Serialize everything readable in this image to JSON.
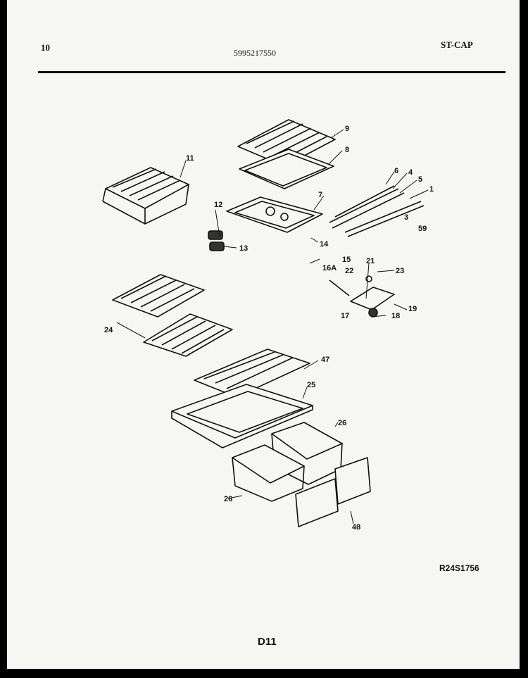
{
  "header": {
    "page_number": "10",
    "part_number": "5995217550",
    "model_code": "ST-CAP"
  },
  "footer": {
    "reference": "R24S1756",
    "section_code": "D11"
  },
  "callouts": [
    "9",
    "8",
    "11",
    "6",
    "4",
    "5",
    "7",
    "1",
    "12",
    "3",
    "59",
    "13",
    "14",
    "15",
    "21",
    "16A",
    "22",
    "23",
    "17",
    "18",
    "19",
    "24",
    "47",
    "25",
    "26",
    "26",
    "48"
  ]
}
